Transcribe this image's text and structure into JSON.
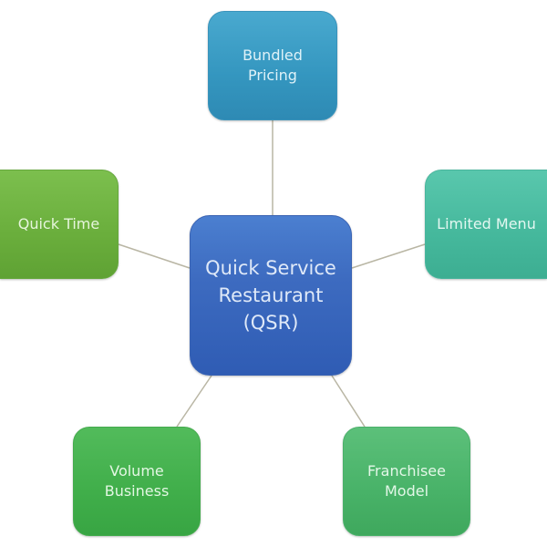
{
  "diagram": {
    "type": "hub-and-spoke",
    "center": {
      "label": "Quick Service\nRestaurant\n(QSR)",
      "color": "#3d6bc0"
    },
    "spokes": [
      {
        "id": "top",
        "label": "Bundled\nPricing",
        "color": "#3496bf"
      },
      {
        "id": "left",
        "label": "Quick Time",
        "color": "#6aae3c"
      },
      {
        "id": "right",
        "label": "Limited Menu",
        "color": "#45b89c"
      },
      {
        "id": "bottom-left",
        "label": "Volume\nBusiness",
        "color": "#40ae4a"
      },
      {
        "id": "bottom-right",
        "label": "Franchisee\nModel",
        "color": "#48b268"
      }
    ],
    "connector_color": "#b9b6a4"
  }
}
